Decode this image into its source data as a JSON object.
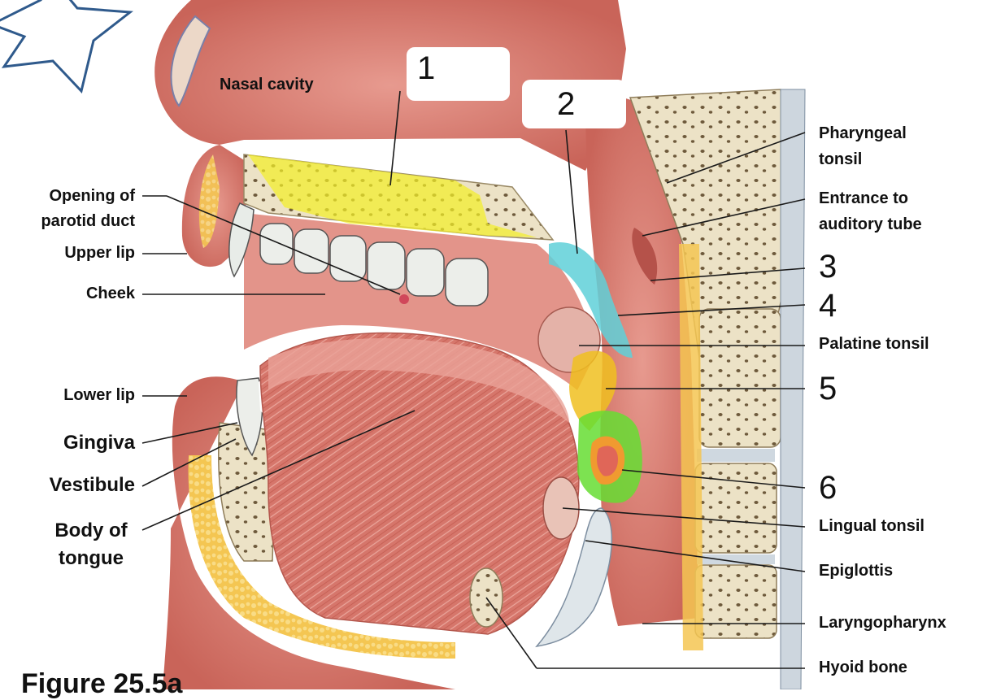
{
  "diagram": {
    "figure_caption": "Figure 25.5a",
    "top_label": "Nasal cavity",
    "left_labels": {
      "opening_of_parotid_duct_line1": "Opening of",
      "opening_of_parotid_duct_line2": "parotid duct",
      "upper_lip": "Upper lip",
      "cheek": "Cheek",
      "lower_lip": "Lower lip",
      "gingiva": "Gingiva",
      "vestibule": "Vestibule",
      "body_of_tongue_line1": "Body of",
      "body_of_tongue_line2": "tongue"
    },
    "right_labels": {
      "pharyngeal_tonsil_line1": "Pharyngeal",
      "pharyngeal_tonsil_line2": "tonsil",
      "entrance_line1": "Entrance to",
      "entrance_line2": "auditory tube",
      "palatine_tonsil": "Palatine tonsil",
      "lingual_tonsil": "Lingual tonsil",
      "epiglottis": "Epiglottis",
      "laryngopharynx": "Laryngopharynx",
      "hyoid_bone": "Hyoid bone"
    },
    "numbers": {
      "n1": "1",
      "n2": "2",
      "n3": "3",
      "n4": "4",
      "n5": "5",
      "n6": "6"
    },
    "highlight_colors": {
      "hard_palate": "#f2ee2a",
      "soft_palate": "#5fd0d8",
      "oropharynx": "#f0c020",
      "laryngeal_area": "#66dd33",
      "tissue": "#d9756b",
      "bone": "#eadfc0",
      "fat": "#f3c24a",
      "star_outline": "#2f5a8c"
    }
  }
}
